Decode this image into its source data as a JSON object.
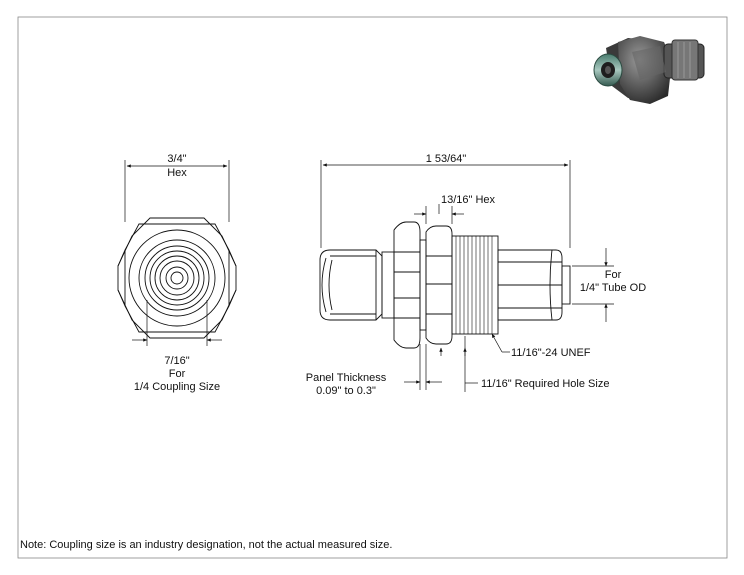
{
  "labels": {
    "hex_width": "3/4\"",
    "hex_word": "Hex",
    "coupling_value": "7/16\"",
    "coupling_for": "For",
    "coupling_size": "1/4 Coupling Size",
    "overall_length": "1 53/64\"",
    "nut_hex": "13/16\" Hex",
    "tube_for": "For",
    "tube_od": "1/4\" Tube OD",
    "thread": "11/16\"-24 UNEF",
    "panel_thickness": "Panel Thickness",
    "panel_range": "0.09\" to 0.3\"",
    "hole_size": "11/16\" Required Hole Size"
  },
  "note": "Note: Coupling size is an industry designation, not the actual measured size."
}
